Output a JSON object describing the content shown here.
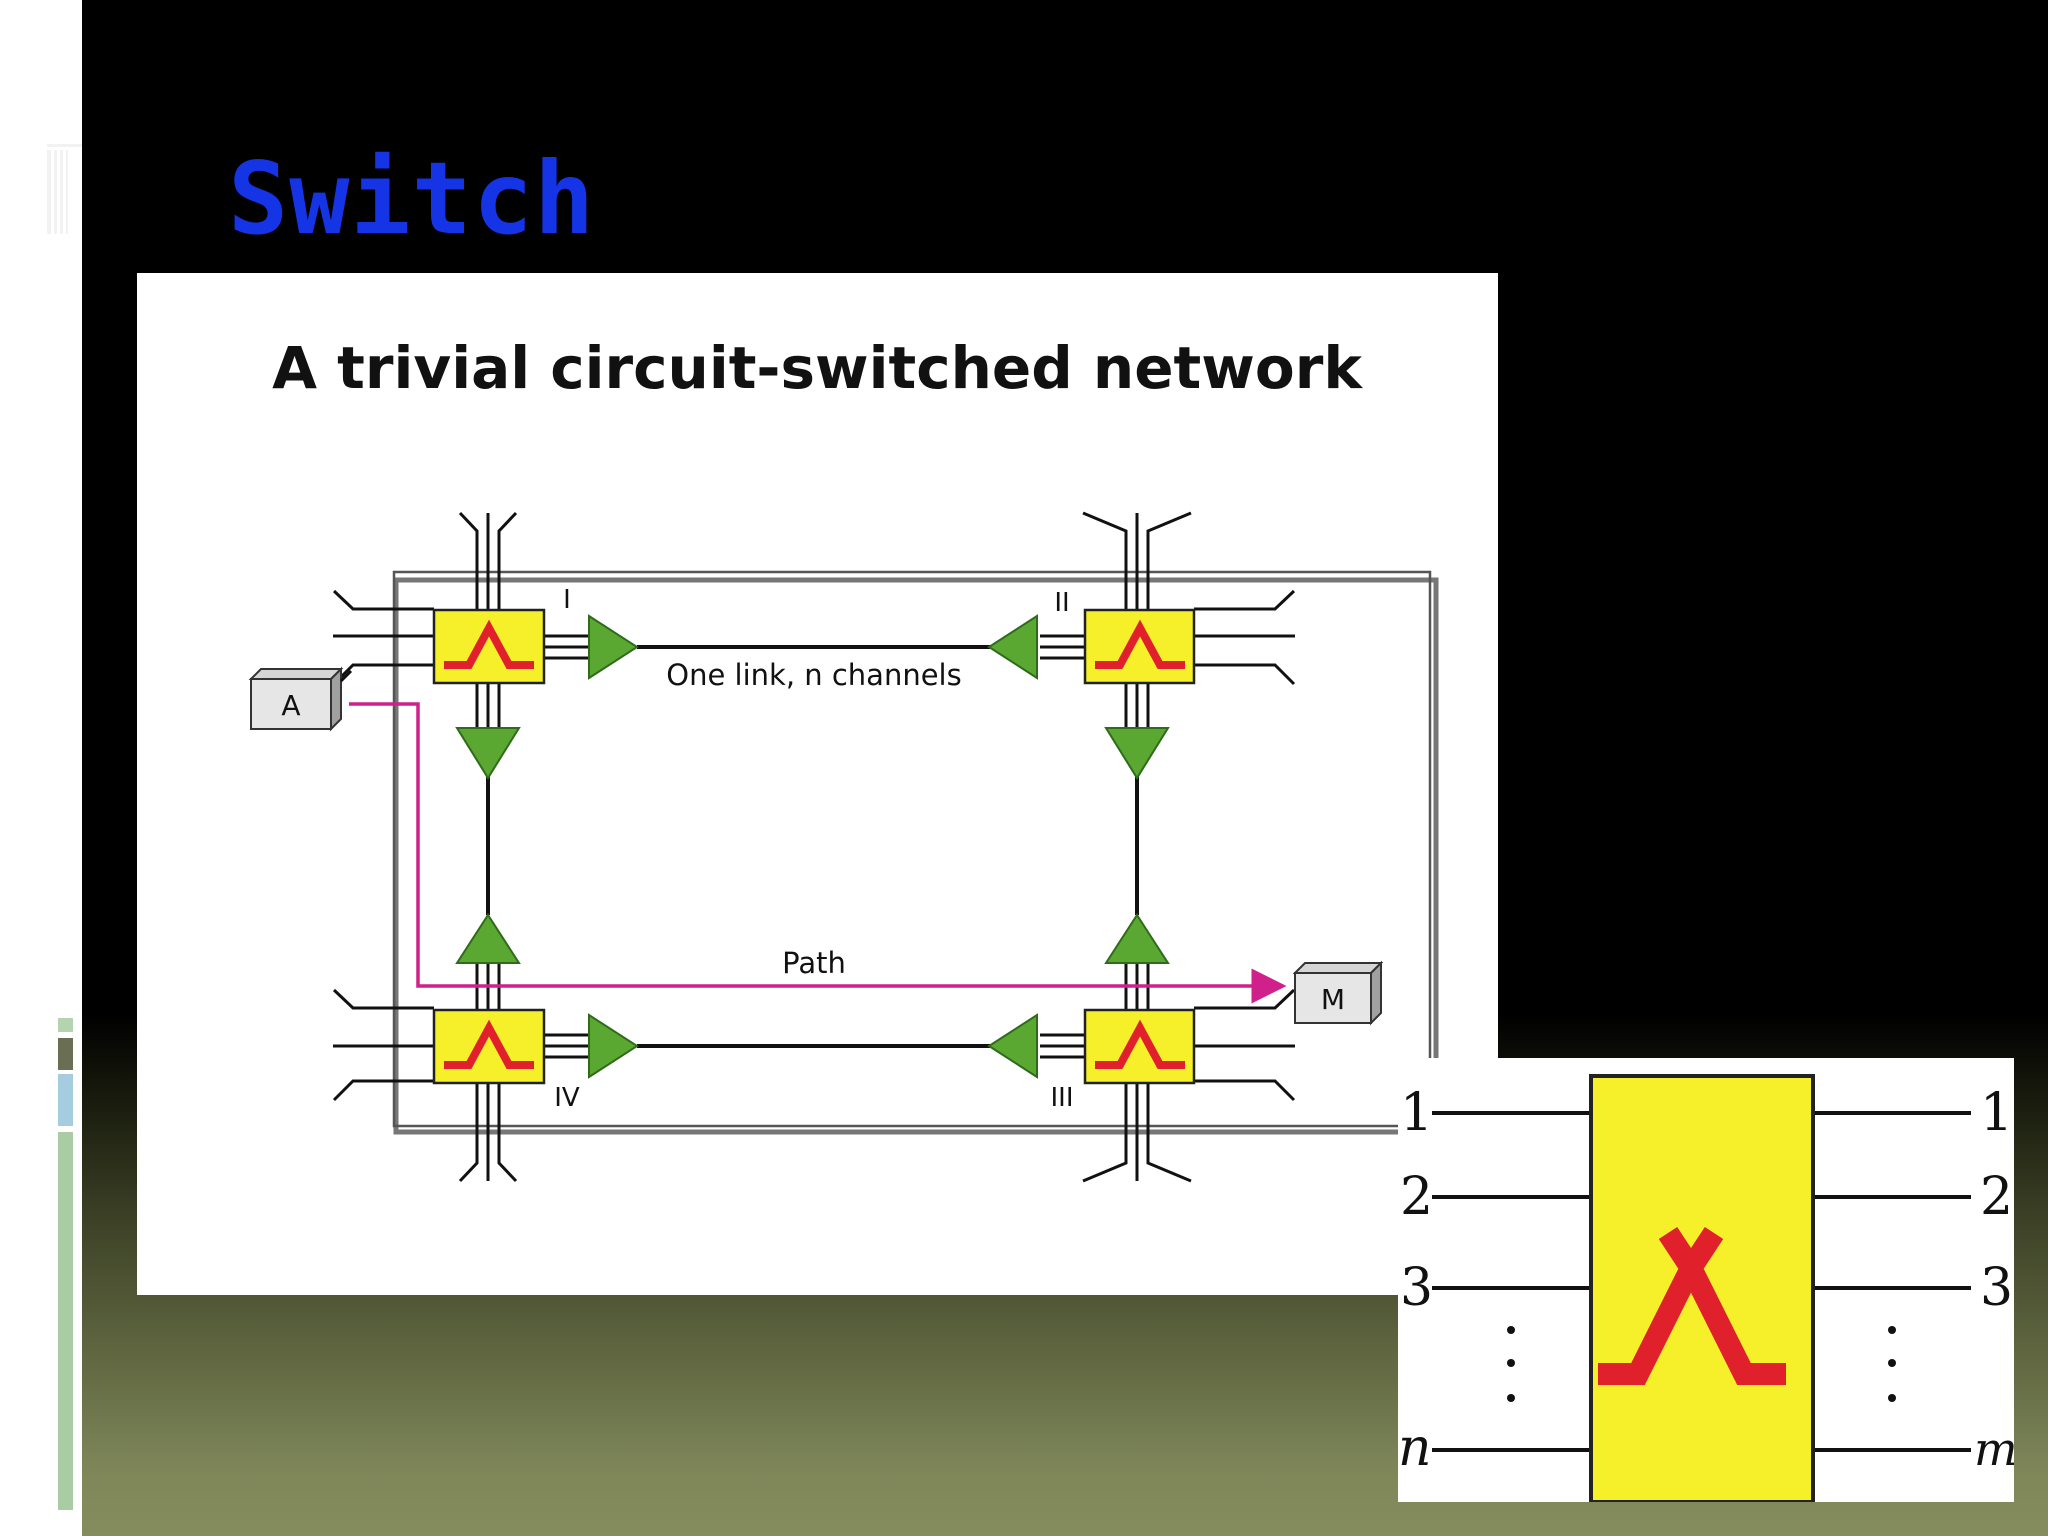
{
  "slide": {
    "title": "Switch"
  },
  "diagram": {
    "title": "A trivial circuit-switched network",
    "link_label": "One link, n channels",
    "path_label": "Path",
    "stations": {
      "a": "A",
      "m": "M"
    },
    "switches": [
      "I",
      "II",
      "III",
      "IV"
    ]
  },
  "inset": {
    "inputs": [
      "1",
      "2",
      "3",
      "n"
    ],
    "outputs": [
      "1",
      "2",
      "3",
      "m"
    ]
  },
  "colors": {
    "title_blue": "#1434e6",
    "switch_yellow": "#f5f02a",
    "cross_red": "#e0202a",
    "arrow_green": "#5aa832",
    "path_magenta": "#d0208a"
  }
}
